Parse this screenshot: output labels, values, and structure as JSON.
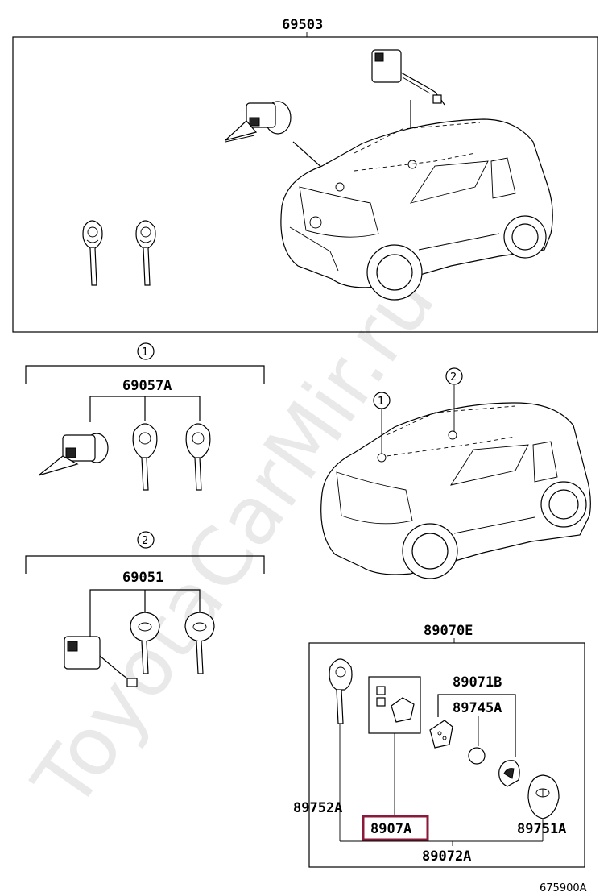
{
  "watermark": "ToyotaCarMir.ru",
  "labels": {
    "top_assembly": "69503",
    "callout_1": "1",
    "callout_2": "2",
    "set_1": "69057A",
    "set_2": "69051",
    "car_callout_1": "1",
    "car_callout_2": "2",
    "key_set": "89070E",
    "transmitter": "89071B",
    "battery": "89745A",
    "key_plate": "89752A",
    "highlighted_part": "8907A",
    "key_housing": "89751A",
    "key_subassembly": "89072A",
    "figure_code": "675900A"
  },
  "colors": {
    "highlight": "#8b1a3a",
    "watermark": "#d8d8d8"
  }
}
